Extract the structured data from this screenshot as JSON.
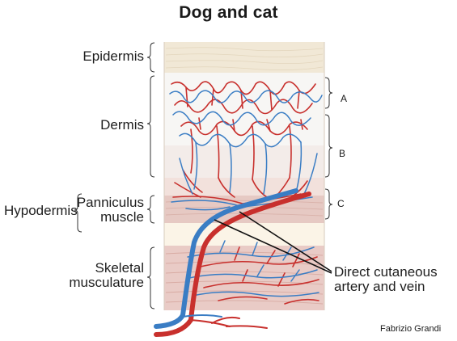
{
  "title": "Dog and cat",
  "layers": {
    "epidermis": "Epidermis",
    "dermis": "Dermis",
    "hypodermis": "Hypodermis",
    "panniculus_line1": "Panniculus",
    "panniculus_line2": "muscle",
    "skeletal_line1": "Skeletal",
    "skeletal_line2": "musculature"
  },
  "plexus_labels": {
    "a": "A",
    "b": "B",
    "c": "C"
  },
  "callout": {
    "line1": "Direct cutaneous",
    "line2": "artery and vein"
  },
  "credit": "Fabrizio Grandi",
  "colors": {
    "artery": "#c8302d",
    "vein": "#3a7dc4",
    "epidermis": "#f1e8d6",
    "dermis_light": "#f7f6f4",
    "dermis_pink": "#f2e1dc",
    "panniculus": "#e6c9c3",
    "fat": "#fbf4e7",
    "skeletal": "#e9cbc6"
  }
}
